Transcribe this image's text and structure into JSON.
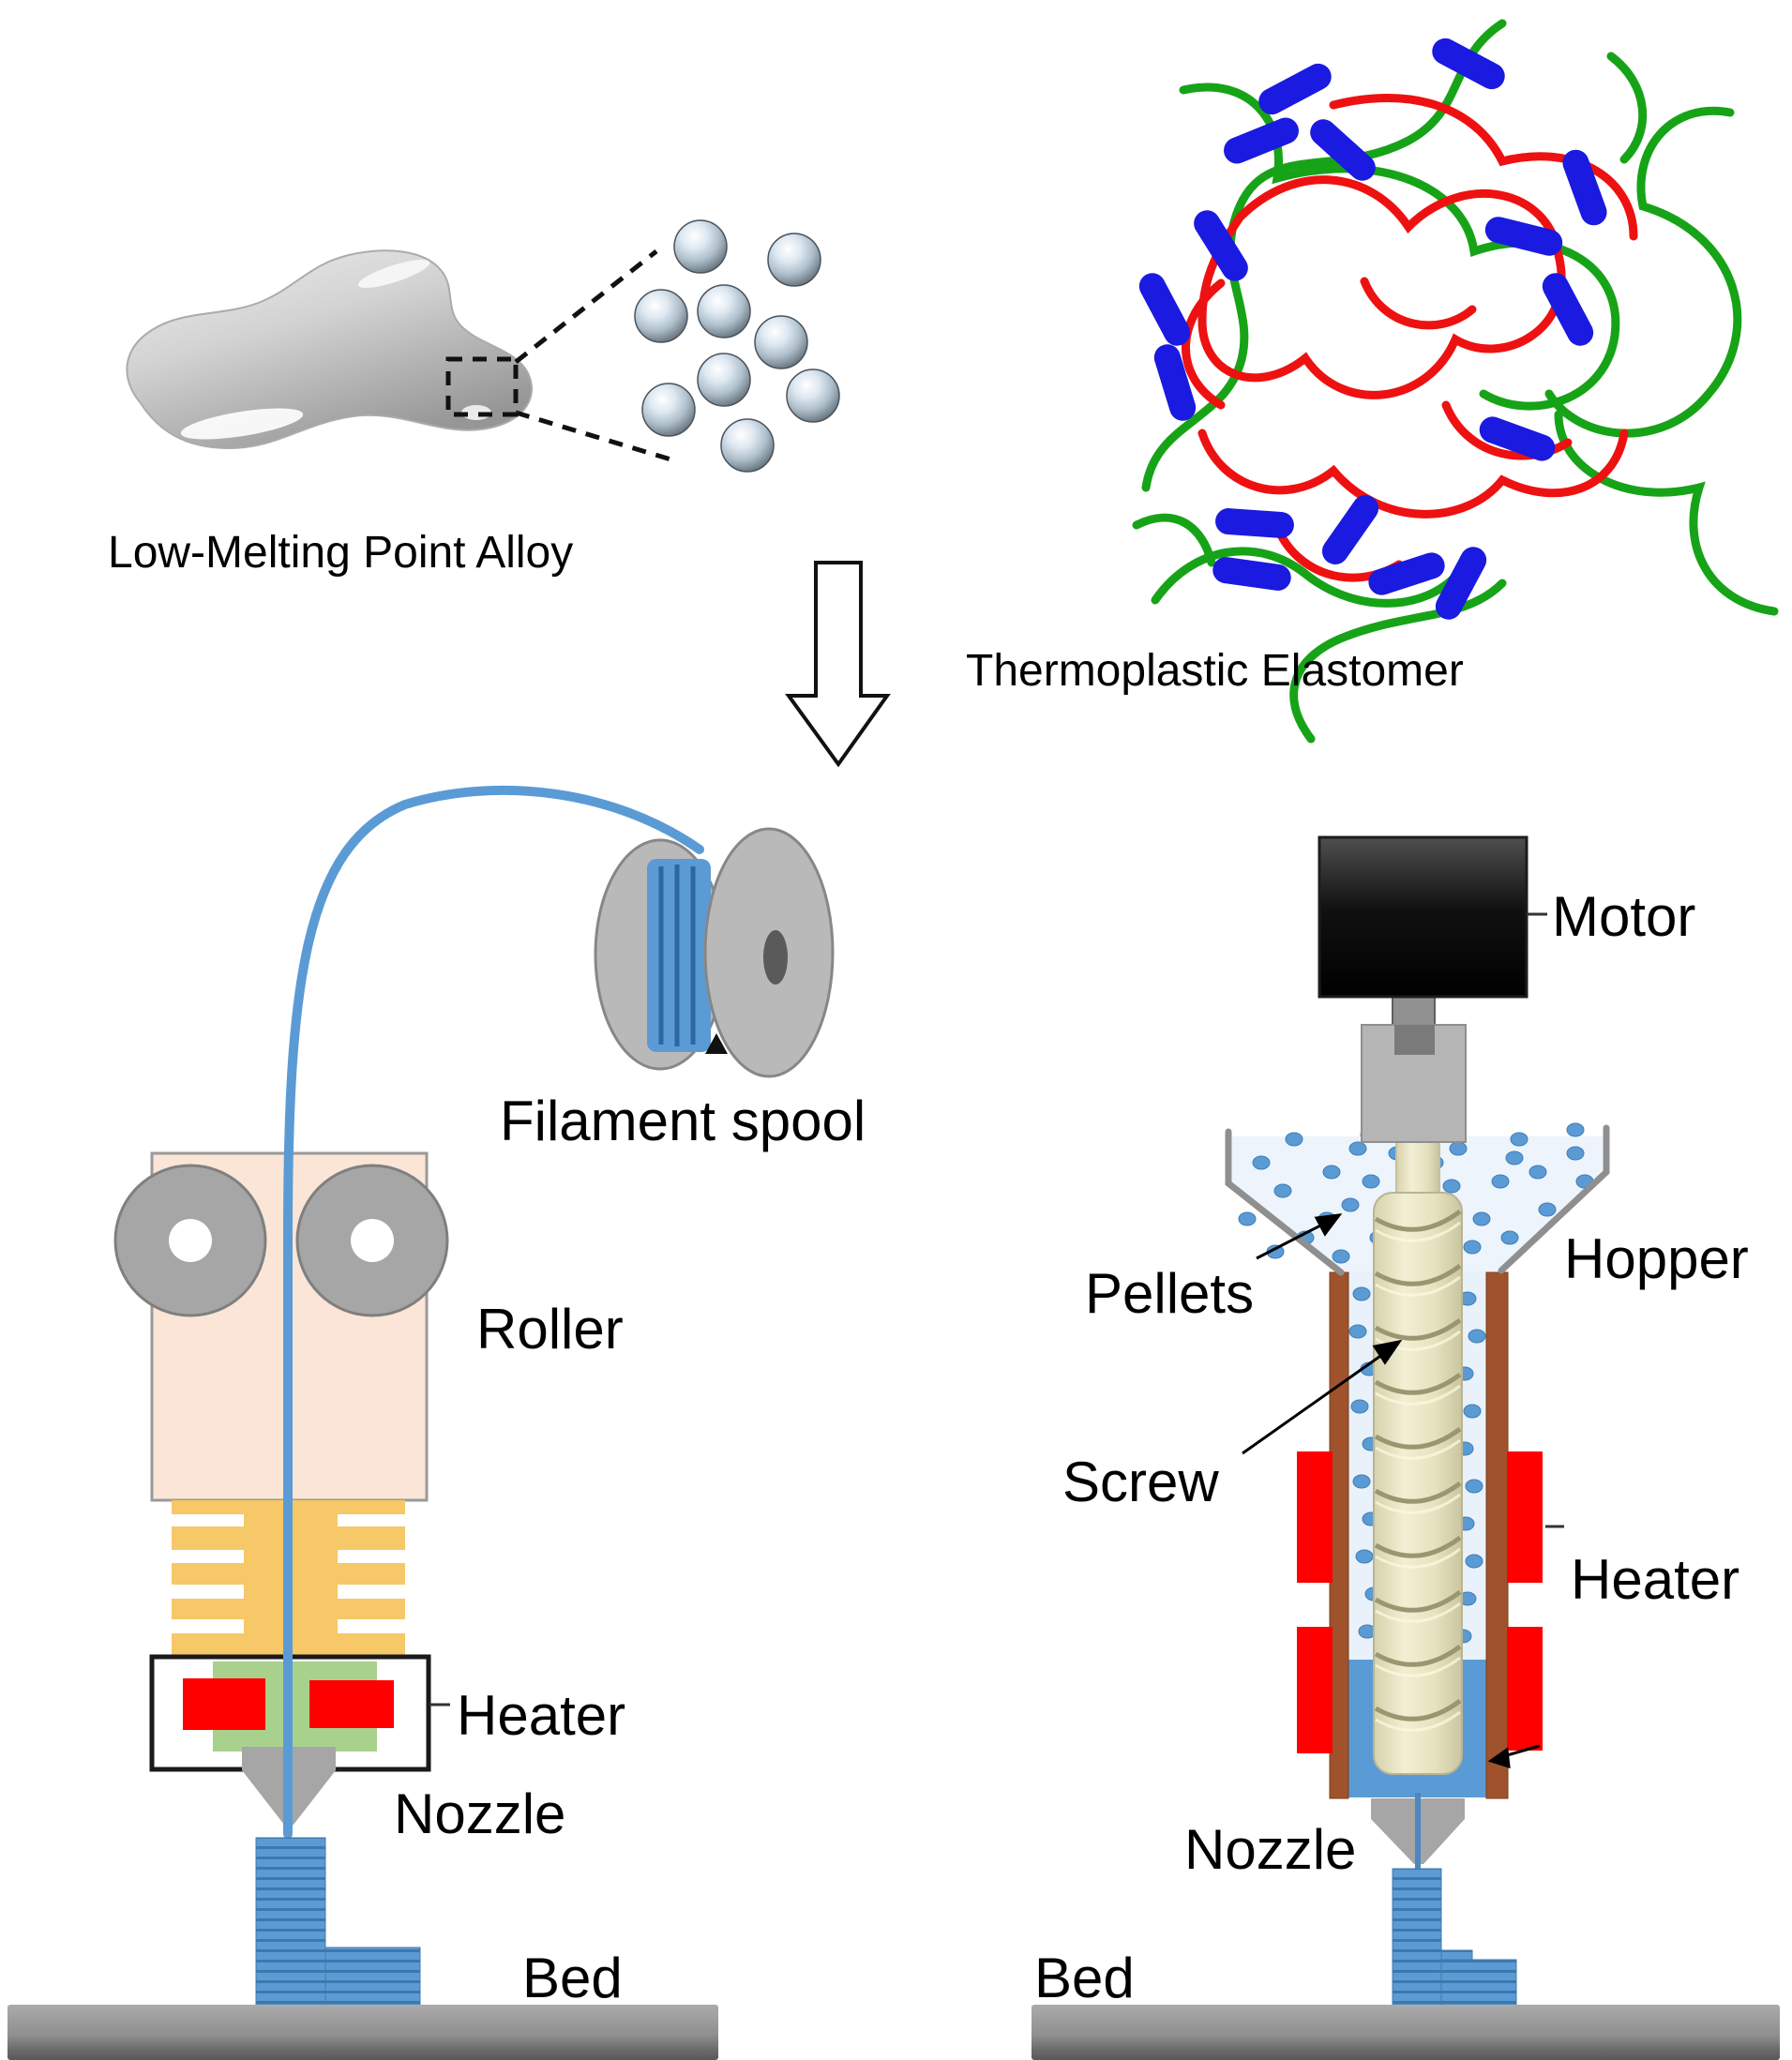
{
  "figure": {
    "top_left_label": "Low-Melting Point Alloy",
    "top_right_label": "Thermoplastic Elastomer",
    "left_printer": {
      "spool_label": "Filament spool",
      "roller_label": "Roller",
      "heater_label": "Heater",
      "nozzle_label": "Nozzle",
      "bed_label": "Bed"
    },
    "right_printer": {
      "motor_label": "Motor",
      "pellets_label": "Pellets",
      "hopper_label": "Hopper",
      "screw_label": "Screw",
      "heater_label": "Heater",
      "nozzle_label": "Nozzle",
      "bed_label": "Bed"
    },
    "colors": {
      "filament_blue": "#5b9bd5",
      "stripe_dark_blue": "#3c78ae",
      "heater_red": "#fe0000",
      "barrel_brown": "#a0522d",
      "fin_yellow": "#f6c868",
      "green_block": "#a9d18e",
      "extruder_peach": "#fbe5d6",
      "tangle_green": "#17a317",
      "tangle_red": "#ee1111",
      "hard_segment_blue": "#1a1ae0",
      "metal_gray": "#b9b9b9",
      "bed_gray": "#8f8f8f",
      "screw_khaki": "#e9e6c9"
    }
  }
}
